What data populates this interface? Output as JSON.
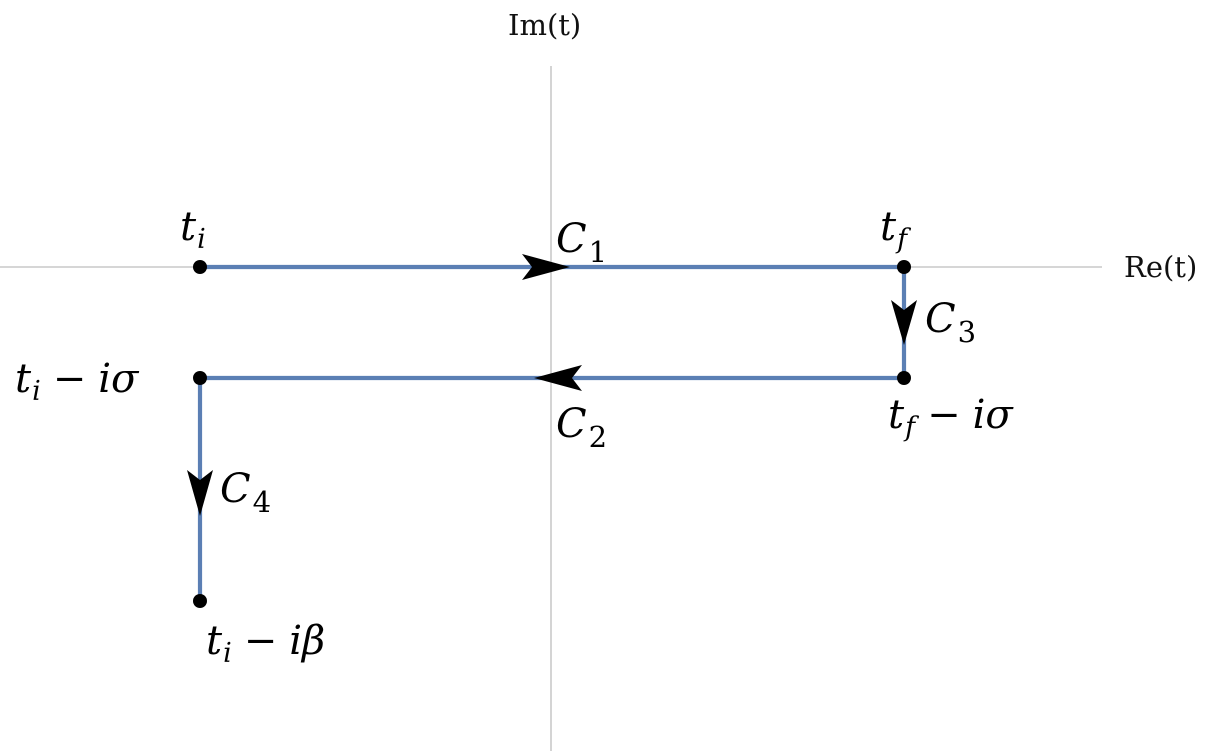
{
  "axes": {
    "horizontal_label": "Re(t)",
    "vertical_label": "Im(t)"
  },
  "colors": {
    "contour": "#5b7fb4",
    "points": "#000000",
    "axes": "#bdbdbd"
  },
  "contours": [
    {
      "name": "C",
      "sub": "1",
      "direction": "right",
      "from": "ti",
      "to": "tf"
    },
    {
      "name": "C",
      "sub": "3",
      "direction": "down",
      "from": "tf",
      "to": "tf-isigma"
    },
    {
      "name": "C",
      "sub": "2",
      "direction": "left",
      "from": "tf-isigma",
      "to": "ti-isigma"
    },
    {
      "name": "C",
      "sub": "4",
      "direction": "down",
      "from": "ti-isigma",
      "to": "ti-ibeta"
    }
  ],
  "points": [
    {
      "id": "ti",
      "base": "t",
      "sub": "i",
      "minus": "",
      "imag": "",
      "param": ""
    },
    {
      "id": "tf",
      "base": "t",
      "sub": "f",
      "minus": "",
      "imag": "",
      "param": ""
    },
    {
      "id": "tf-isigma",
      "base": "t",
      "sub": "f",
      "minus": "−",
      "imag": "i",
      "param": "σ"
    },
    {
      "id": "ti-isigma",
      "base": "t",
      "sub": "i",
      "minus": "−",
      "imag": "i",
      "param": "σ"
    },
    {
      "id": "ti-ibeta",
      "base": "t",
      "sub": "i",
      "minus": "−",
      "imag": "i",
      "param": "β"
    }
  ]
}
